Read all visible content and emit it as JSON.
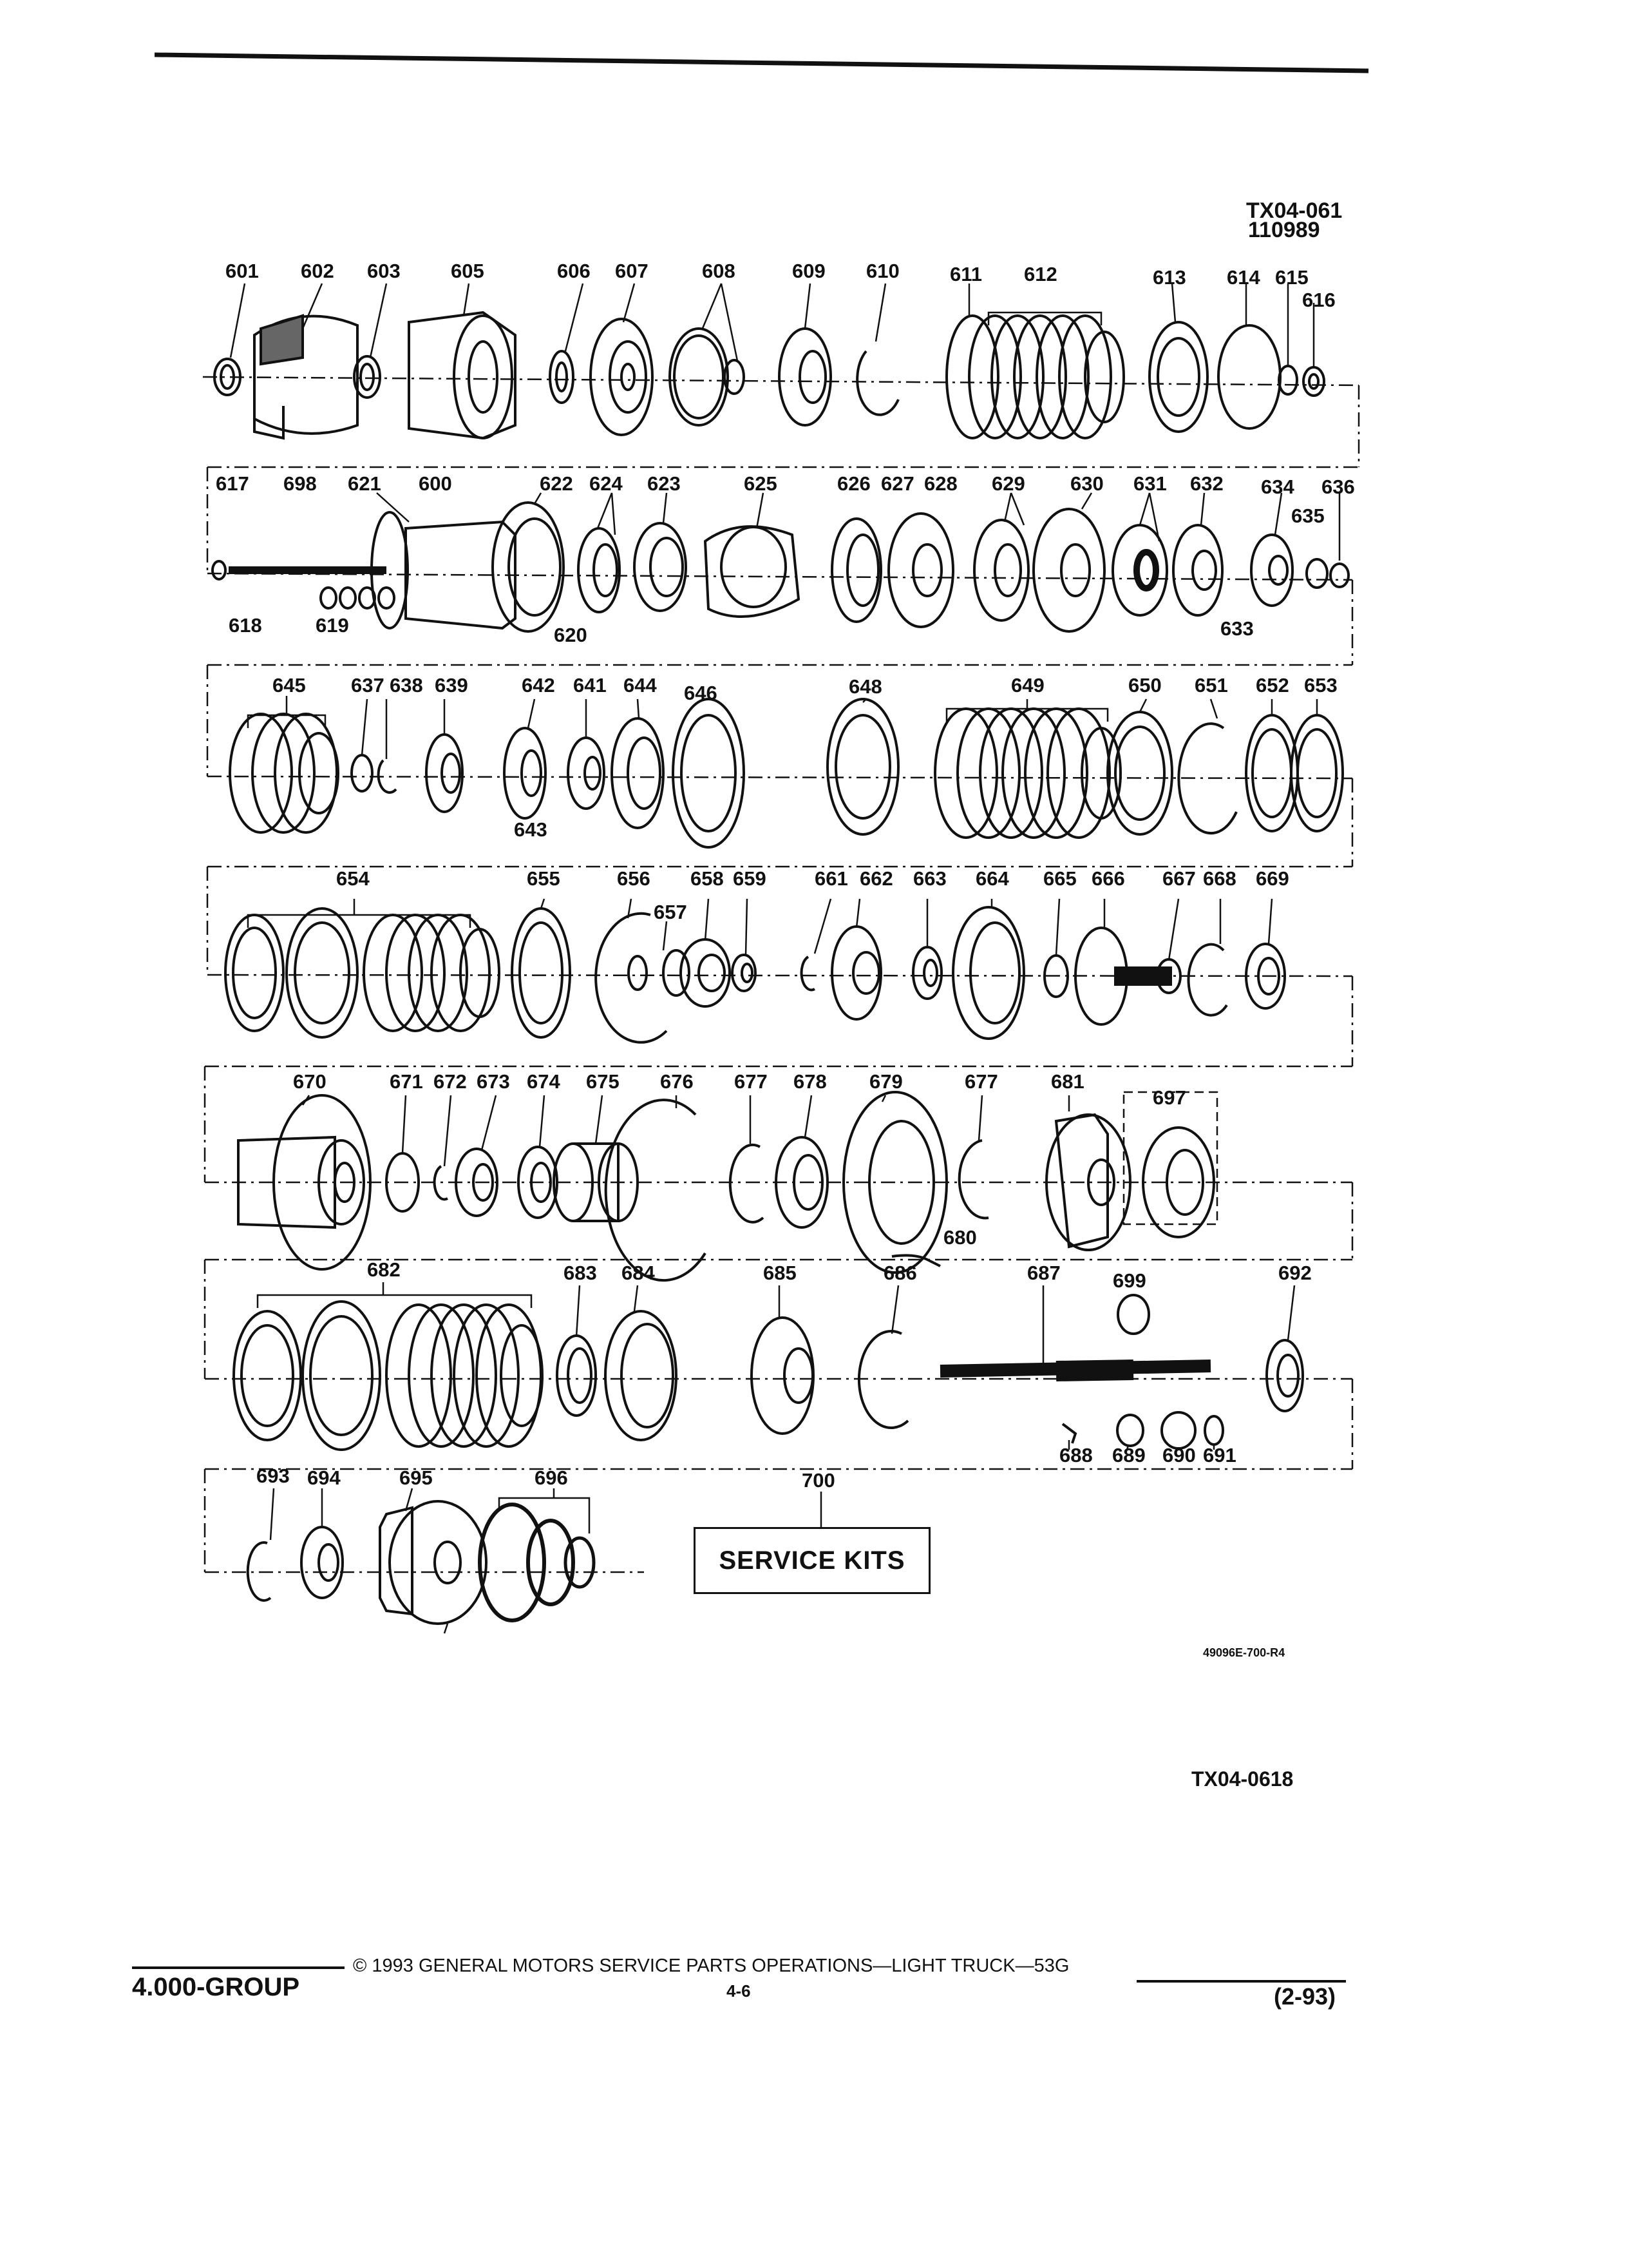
{
  "header": {
    "ref_code": "TX04-061",
    "ref_number": "110989"
  },
  "labels": {
    "r1": [
      "601",
      "602",
      "603",
      "605",
      "606",
      "607",
      "608",
      "609",
      "610",
      "611",
      "612",
      "613",
      "614",
      "615",
      "616"
    ],
    "r2": [
      "617",
      "698",
      "621",
      "600",
      "622",
      "624",
      "623",
      "625",
      "626",
      "627",
      "628",
      "629",
      "630",
      "631",
      "632",
      "634",
      "636",
      "635",
      "633",
      "618",
      "619",
      "620"
    ],
    "r3": [
      "645",
      "637",
      "638",
      "639",
      "642",
      "641",
      "644",
      "646",
      "648",
      "649",
      "650",
      "651",
      "652",
      "653",
      "643"
    ],
    "r4": [
      "654",
      "655",
      "656",
      "658",
      "659",
      "661",
      "662",
      "663",
      "664",
      "665",
      "666",
      "667",
      "668",
      "669",
      "657"
    ],
    "r5": [
      "670",
      "671",
      "672",
      "673",
      "674",
      "675",
      "676",
      "677",
      "678",
      "679",
      "677",
      "681",
      "697",
      "680"
    ],
    "r6": [
      "682",
      "683",
      "684",
      "685",
      "686",
      "687",
      "699",
      "692",
      "688",
      "689",
      "690",
      "691"
    ],
    "r7": [
      "693",
      "694",
      "695",
      "696",
      "700"
    ]
  },
  "service_kits": "SERVICE KITS",
  "figure_code": "49096E-700-R4",
  "figure_ref": "TX04-0618",
  "footer": {
    "group": "4.000-GROUP",
    "copyright": "© 1993 GENERAL MOTORS SERVICE PARTS OPERATIONS—LIGHT TRUCK—53G",
    "page": "4-6",
    "date": "(2-93)"
  }
}
